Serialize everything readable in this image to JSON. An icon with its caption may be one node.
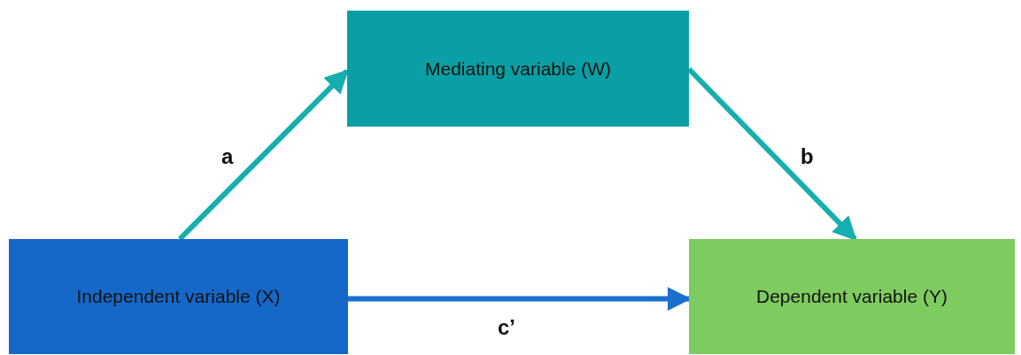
{
  "diagram": {
    "nodes": [
      {
        "text": [
          "Mediating variable (W)"
        ]
      },
      {
        "text": [
          "Independent variable (X)"
        ]
      },
      {
        "text": [
          "Dependent variable (Y)"
        ]
      }
    ],
    "edges": [
      {
        "from": 1,
        "to": 0,
        "arrow": "to",
        "label": "a"
      },
      {
        "from": 0,
        "to": 2,
        "arrow": "to",
        "label": "b"
      },
      {
        "from": 1,
        "to": 2,
        "arrow": "to",
        "label": "c’",
        "color": "#1a6fcf"
      }
    ]
  }
}
